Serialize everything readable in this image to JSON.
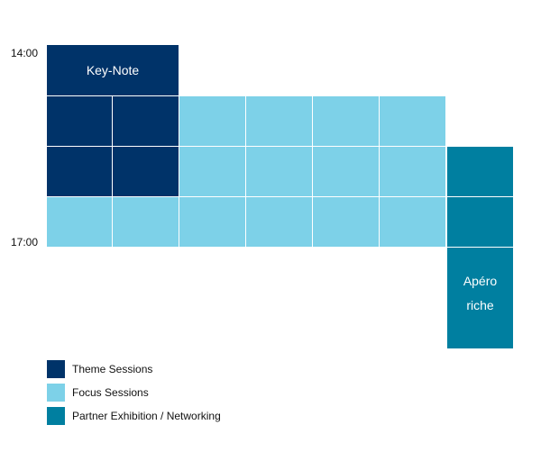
{
  "times": {
    "start": "14:00",
    "end": "17:00"
  },
  "blocks": {
    "keynote": "Key-Note",
    "apero_line1": "Apéro",
    "apero_line2": "riche"
  },
  "legend": [
    {
      "label": "Theme Sessions",
      "color": "#003369"
    },
    {
      "label": "Focus Sessions",
      "color": "#7dd1e8"
    },
    {
      "label": "Partner Exhibition / Networking",
      "color": "#007fa0"
    }
  ],
  "colors": {
    "theme": "#003369",
    "focus": "#7dd1e8",
    "partner": "#007fa0"
  }
}
